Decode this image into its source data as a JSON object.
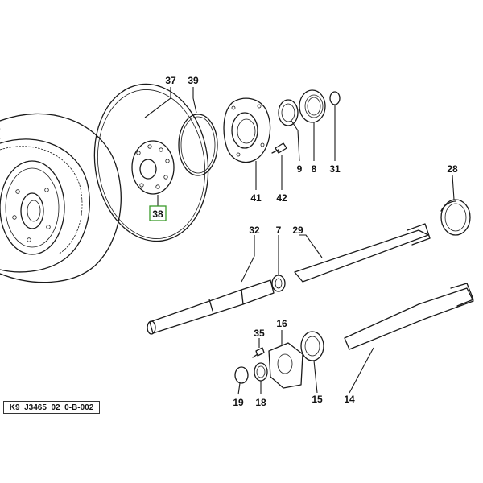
{
  "diagram_code": "K9_J3465_02_0-B-002",
  "highlight_color": "#3a9a2a",
  "callouts": [
    {
      "id": "37",
      "text": "37"
    },
    {
      "id": "39",
      "text": "39"
    },
    {
      "id": "38",
      "text": "38",
      "highlighted": true
    },
    {
      "id": "9",
      "text": "9"
    },
    {
      "id": "8",
      "text": "8"
    },
    {
      "id": "31",
      "text": "31"
    },
    {
      "id": "41",
      "text": "41"
    },
    {
      "id": "42",
      "text": "42"
    },
    {
      "id": "28",
      "text": "28"
    },
    {
      "id": "32",
      "text": "32"
    },
    {
      "id": "7",
      "text": "7"
    },
    {
      "id": "29",
      "text": "29"
    },
    {
      "id": "35",
      "text": "35"
    },
    {
      "id": "16",
      "text": "16"
    },
    {
      "id": "19",
      "text": "19"
    },
    {
      "id": "18",
      "text": "18"
    },
    {
      "id": "15",
      "text": "15"
    },
    {
      "id": "14",
      "text": "14"
    }
  ]
}
